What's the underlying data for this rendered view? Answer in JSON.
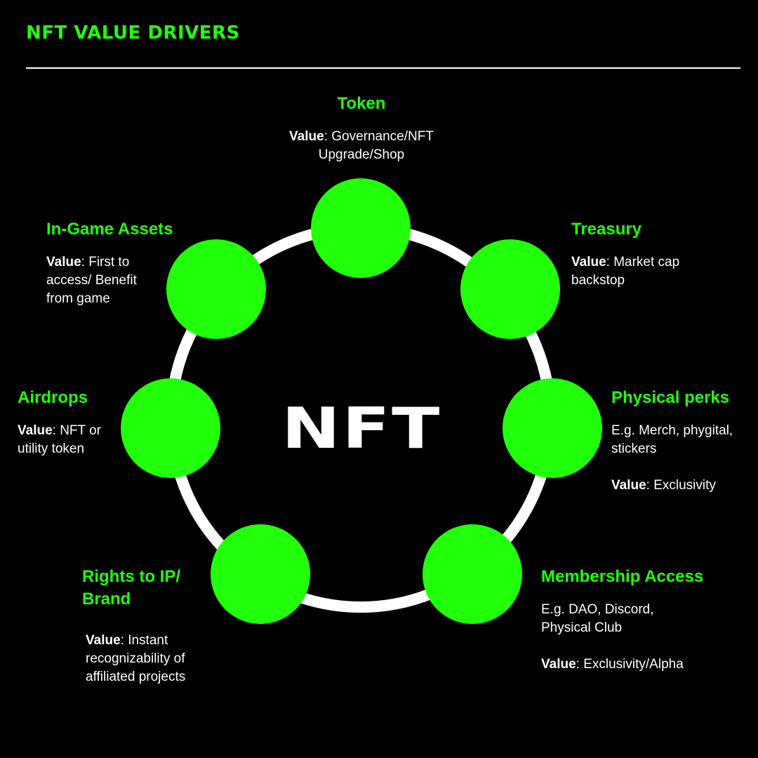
{
  "title": "NFT VALUE DRIVERS",
  "center_label": "NFT",
  "colors": {
    "accent": "#22ff0a",
    "background": "#000000",
    "ring": "#ffffff"
  },
  "value_label": "Value",
  "drivers": [
    {
      "id": "token",
      "title": "Token",
      "example": "",
      "value": ": Governance/NFT Upgrade/Shop"
    },
    {
      "id": "treasury",
      "title": "Treasury",
      "example": "",
      "value": ": Market cap backstop"
    },
    {
      "id": "physical-perks",
      "title": "Physical perks",
      "example": "E.g. Merch, phygital, stickers",
      "value": ": Exclusivity"
    },
    {
      "id": "membership-access",
      "title": "Membership Access",
      "example": "E.g. DAO, Discord, Physical Club",
      "value": ": Exclusivity/Alpha"
    },
    {
      "id": "rights-ip-brand",
      "title": "Rights to IP/ Brand",
      "example": "",
      "value": ": Instant recognizability of affiliated projects"
    },
    {
      "id": "airdrops",
      "title": "Airdrops",
      "example": "",
      "value": ":  NFT or utility token"
    },
    {
      "id": "in-game-assets",
      "title": "In-Game Assets",
      "example": "",
      "value": ": First to access/ Benefit from game"
    }
  ]
}
